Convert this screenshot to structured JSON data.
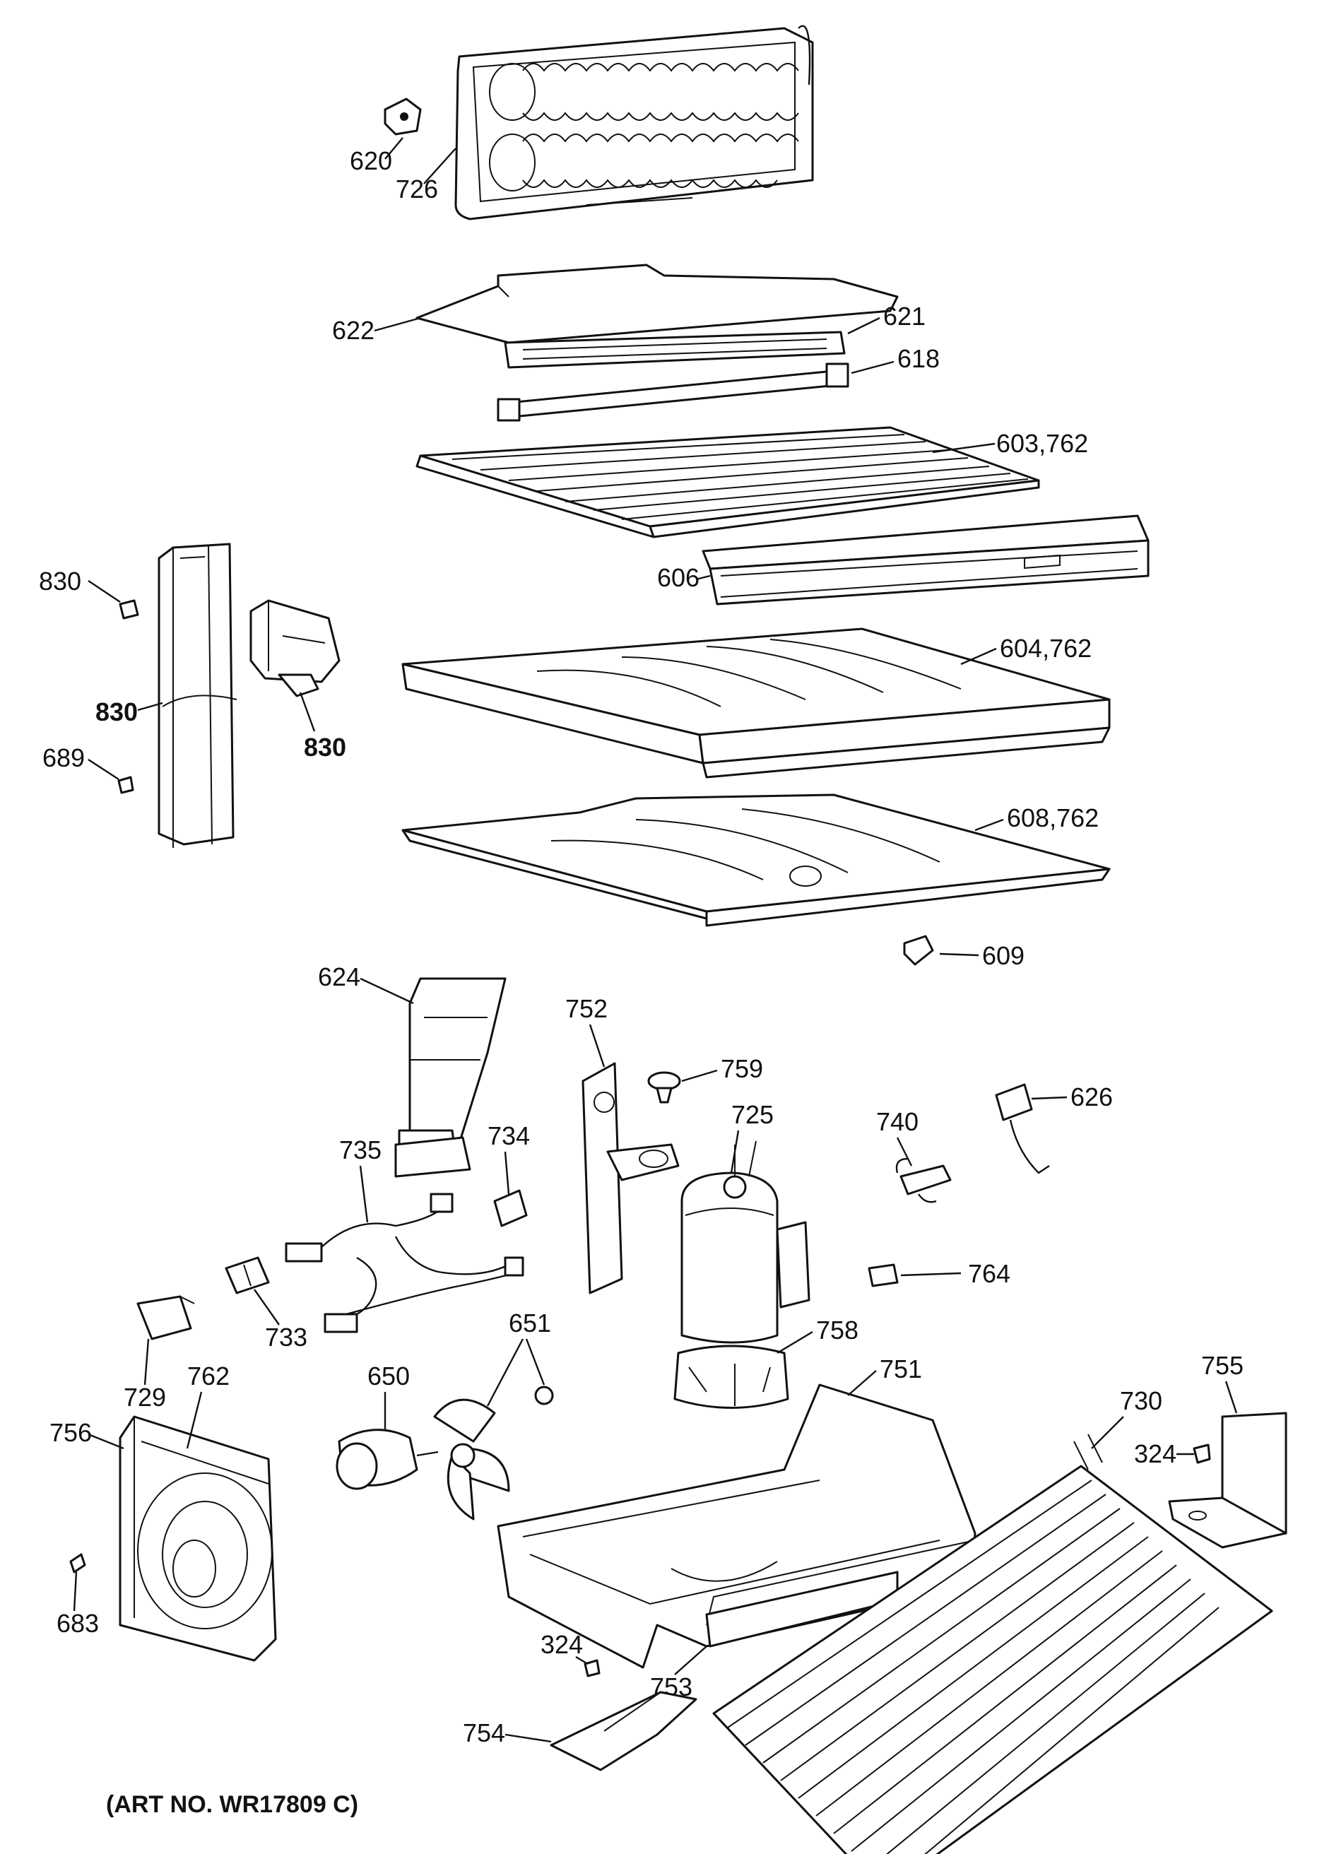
{
  "art_number": "(ART NO. WR17809 C)",
  "parts": {
    "p620": "620",
    "p726": "726",
    "p622": "622",
    "p621": "621",
    "p618": "618",
    "p603": "603,762",
    "p606": "606",
    "p830a": "830",
    "p830b": "830",
    "p830c": "830",
    "p689": "689",
    "p604": "604,762",
    "p608": "608,762",
    "p609": "609",
    "p624": "624",
    "p752": "752",
    "p759": "759",
    "p725": "725",
    "p740": "740",
    "p626": "626",
    "p735": "735",
    "p734": "734",
    "p764": "764",
    "p733": "733",
    "p729": "729",
    "p651": "651",
    "p758": "758",
    "p650": "650",
    "p762": "762",
    "p751": "751",
    "p730": "730",
    "p755": "755",
    "p756": "756",
    "p324a": "324",
    "p683": "683",
    "p753": "753",
    "p324b": "324",
    "p754": "754"
  }
}
